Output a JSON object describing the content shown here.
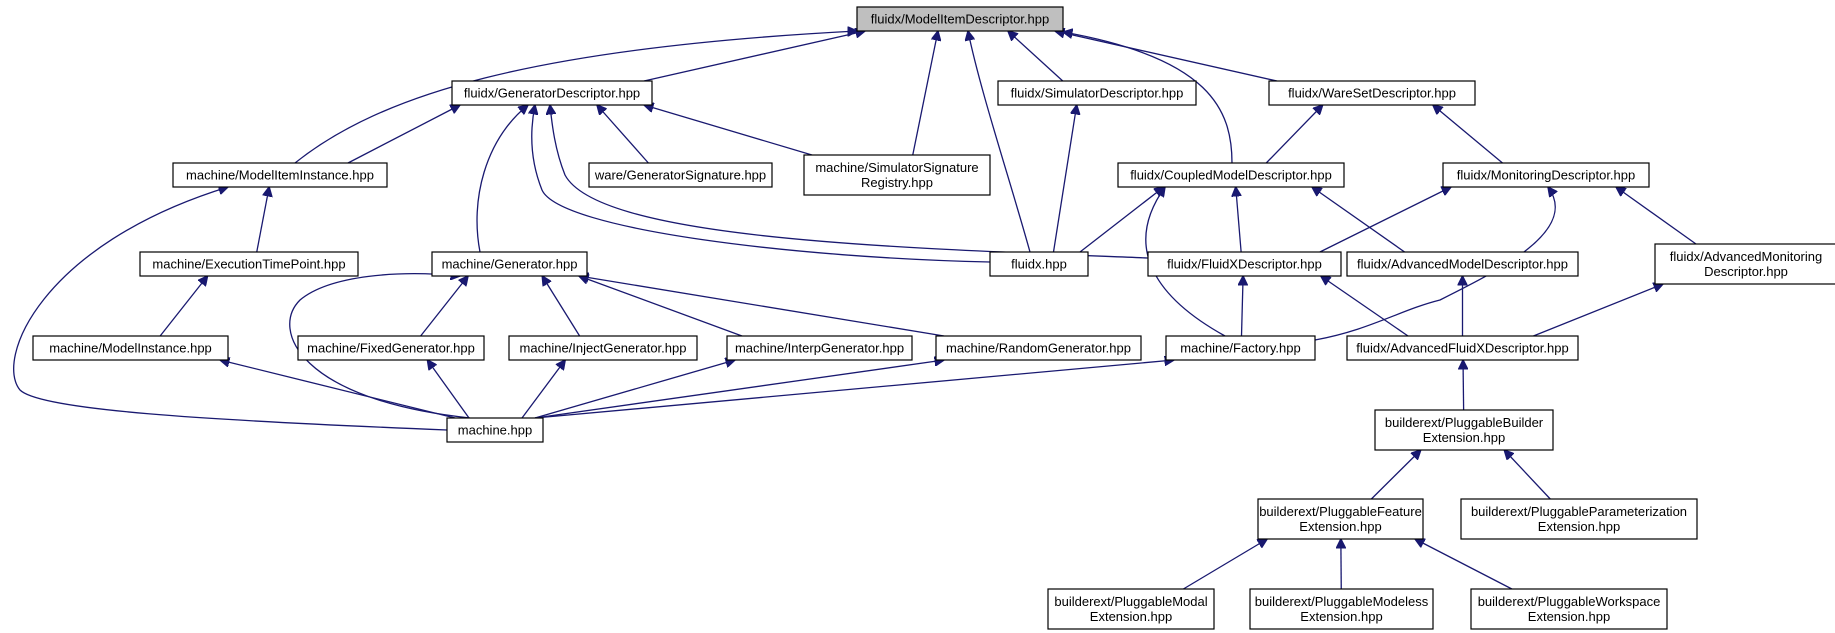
{
  "colors": {
    "edge": "#191970",
    "node_fill": "#ffffff",
    "root_fill": "#bfbfbf",
    "border": "#000000"
  },
  "nodes": [
    {
      "id": "mid",
      "lines": [
        "fluidx/ModelItemDescriptor.hpp"
      ],
      "root": true
    },
    {
      "id": "gd",
      "lines": [
        "fluidx/GeneratorDescriptor.hpp"
      ]
    },
    {
      "id": "sd",
      "lines": [
        "fluidx/SimulatorDescriptor.hpp"
      ]
    },
    {
      "id": "wsd",
      "lines": [
        "fluidx/WareSetDescriptor.hpp"
      ]
    },
    {
      "id": "mii",
      "lines": [
        "machine/ModelItemInstance.hpp"
      ]
    },
    {
      "id": "gs",
      "lines": [
        "ware/GeneratorSignature.hpp"
      ]
    },
    {
      "id": "ssr",
      "lines": [
        "machine/SimulatorSignature",
        "Registry.hpp"
      ]
    },
    {
      "id": "cmd",
      "lines": [
        "fluidx/CoupledModelDescriptor.hpp"
      ]
    },
    {
      "id": "mond",
      "lines": [
        "fluidx/MonitoringDescriptor.hpp"
      ]
    },
    {
      "id": "etp",
      "lines": [
        "machine/ExecutionTimePoint.hpp"
      ]
    },
    {
      "id": "gen",
      "lines": [
        "machine/Generator.hpp"
      ]
    },
    {
      "id": "fx",
      "lines": [
        "fluidx.hpp"
      ]
    },
    {
      "id": "fxd",
      "lines": [
        "fluidx/FluidXDescriptor.hpp"
      ]
    },
    {
      "id": "amd",
      "lines": [
        "fluidx/AdvancedModelDescriptor.hpp"
      ]
    },
    {
      "id": "amon",
      "lines": [
        "fluidx/AdvancedMonitoring",
        "Descriptor.hpp"
      ]
    },
    {
      "id": "mi",
      "lines": [
        "machine/ModelInstance.hpp"
      ]
    },
    {
      "id": "fg",
      "lines": [
        "machine/FixedGenerator.hpp"
      ]
    },
    {
      "id": "ig",
      "lines": [
        "machine/InjectGenerator.hpp"
      ]
    },
    {
      "id": "ipg",
      "lines": [
        "machine/InterpGenerator.hpp"
      ]
    },
    {
      "id": "rg",
      "lines": [
        "machine/RandomGenerator.hpp"
      ]
    },
    {
      "id": "fac",
      "lines": [
        "machine/Factory.hpp"
      ]
    },
    {
      "id": "afxd",
      "lines": [
        "fluidx/AdvancedFluidXDescriptor.hpp"
      ]
    },
    {
      "id": "mach",
      "lines": [
        "machine.hpp"
      ]
    },
    {
      "id": "pbe",
      "lines": [
        "builderext/PluggableBuilder",
        "Extension.hpp"
      ]
    },
    {
      "id": "pfe",
      "lines": [
        "builderext/PluggableFeature",
        "Extension.hpp"
      ]
    },
    {
      "id": "ppe",
      "lines": [
        "builderext/PluggableParameterization",
        "Extension.hpp"
      ]
    },
    {
      "id": "pme",
      "lines": [
        "builderext/PluggableModal",
        "Extension.hpp"
      ]
    },
    {
      "id": "pmle",
      "lines": [
        "builderext/PluggableModeless",
        "Extension.hpp"
      ]
    },
    {
      "id": "pwe",
      "lines": [
        "builderext/PluggableWorkspace",
        "Extension.hpp"
      ]
    }
  ],
  "edges": [
    [
      "gd",
      "mid"
    ],
    [
      "sd",
      "mid"
    ],
    [
      "wsd",
      "mid"
    ],
    [
      "mii",
      "mid"
    ],
    [
      "ssr",
      "mid"
    ],
    [
      "fx",
      "mid"
    ],
    [
      "cmd",
      "mid"
    ],
    [
      "mii",
      "gd"
    ],
    [
      "gs",
      "gd"
    ],
    [
      "ssr",
      "gd"
    ],
    [
      "gen",
      "gd"
    ],
    [
      "fx",
      "gd"
    ],
    [
      "fxd",
      "gd"
    ],
    [
      "fx",
      "sd"
    ],
    [
      "cmd",
      "wsd"
    ],
    [
      "mond",
      "wsd"
    ],
    [
      "etp",
      "mii"
    ],
    [
      "mach",
      "mii"
    ],
    [
      "fx",
      "cmd"
    ],
    [
      "fxd",
      "cmd"
    ],
    [
      "amd",
      "cmd"
    ],
    [
      "fac",
      "cmd"
    ],
    [
      "fxd",
      "mond"
    ],
    [
      "amon",
      "mond"
    ],
    [
      "fac",
      "mond"
    ],
    [
      "mi",
      "etp"
    ],
    [
      "fg",
      "gen"
    ],
    [
      "ig",
      "gen"
    ],
    [
      "ipg",
      "gen"
    ],
    [
      "rg",
      "gen"
    ],
    [
      "mach",
      "gen"
    ],
    [
      "fac",
      "fxd"
    ],
    [
      "afxd",
      "fxd"
    ],
    [
      "afxd",
      "amd"
    ],
    [
      "afxd",
      "amon"
    ],
    [
      "mach",
      "mi"
    ],
    [
      "mach",
      "fg"
    ],
    [
      "mach",
      "ig"
    ],
    [
      "mach",
      "ipg"
    ],
    [
      "mach",
      "rg"
    ],
    [
      "mach",
      "fac"
    ],
    [
      "pbe",
      "afxd"
    ],
    [
      "pfe",
      "pbe"
    ],
    [
      "ppe",
      "pbe"
    ],
    [
      "pme",
      "pfe"
    ],
    [
      "pmle",
      "pfe"
    ],
    [
      "pwe",
      "pfe"
    ]
  ]
}
